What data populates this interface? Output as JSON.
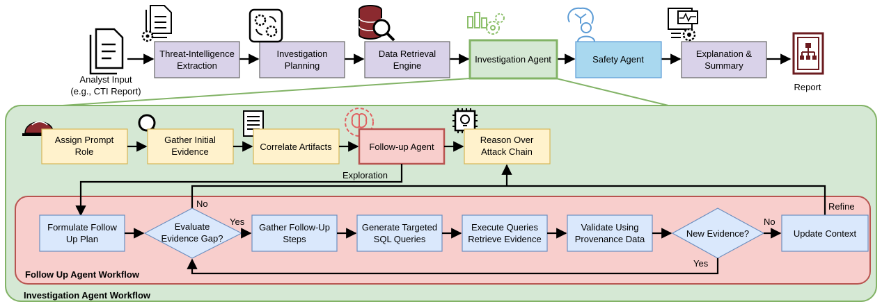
{
  "top_pipeline": {
    "input_label_1": "Analyst Input",
    "input_label_2": "(e.g., CTI Report)",
    "steps": [
      {
        "line1": "Threat-Intelligence",
        "line2": "Extraction"
      },
      {
        "line1": "Investigation",
        "line2": "Planning"
      },
      {
        "line1": "Data Retrieval",
        "line2": "Engine"
      },
      {
        "line1": "Investigation Agent",
        "line2": ""
      },
      {
        "line1": "Safety Agent",
        "line2": ""
      },
      {
        "line1": "Explanation &",
        "line2": "Summary"
      }
    ],
    "output_label": "Report"
  },
  "investigation_workflow": {
    "title": "Investigation Agent Workflow",
    "steps": [
      {
        "line1": "Assign Prompt",
        "line2": "Role"
      },
      {
        "line1": "Gather Initial",
        "line2": "Evidence"
      },
      {
        "line1": "Correlate Artifacts",
        "line2": ""
      },
      {
        "line1": "Follow-up Agent",
        "line2": ""
      },
      {
        "line1": "Reason Over",
        "line2": "Attack Chain"
      }
    ],
    "exploration_label": "Exploration"
  },
  "followup_workflow": {
    "title": "Follow Up Agent Workflow",
    "steps": {
      "formulate": {
        "line1": "Formulate Follow",
        "line2": "Up Plan"
      },
      "evaluate": {
        "line1": "Evaluate",
        "line2": "Evidence Gap?"
      },
      "gather": {
        "line1": "Gather Follow-Up",
        "line2": "Steps"
      },
      "generate": {
        "line1": "Generate Targeted",
        "line2": "SQL Queries"
      },
      "execute": {
        "line1": "Execute Queries",
        "line2": "Retrieve Evidence"
      },
      "validate": {
        "line1": "Validate Using",
        "line2": "Provenance Data"
      },
      "new_evidence": {
        "line1": "New Evidence?",
        "line2": ""
      },
      "update": {
        "line1": "Update Context",
        "line2": ""
      }
    },
    "edge_labels": {
      "no_top": "No",
      "yes_mid": "Yes",
      "no_right": "No",
      "yes_bottom": "Yes",
      "refine": "Refine"
    }
  },
  "colors": {
    "purple_box": "#d9d2e9",
    "blue_box": "#a9d8ef",
    "green_panel": "#d5e8d4",
    "green_border": "#82b366",
    "red_panel": "#f8cecc",
    "red_border": "#b85450",
    "yellow_box": "#fff2cc",
    "light_blue_box": "#dae8fc",
    "icon_dark": "#6b1b1f",
    "icon_green": "#8cbf6a",
    "icon_blue": "#5b9bd5",
    "icon_red": "#e06060"
  }
}
